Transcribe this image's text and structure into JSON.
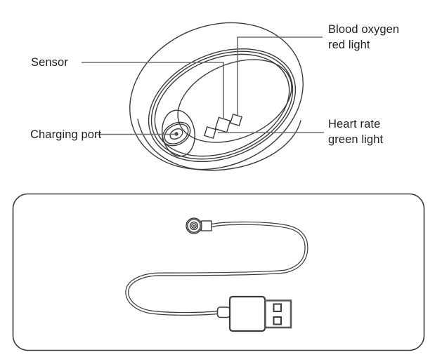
{
  "colors": {
    "stroke": "#3a3a3a",
    "leader": "#6e6e6e",
    "text": "#1f1f1f",
    "usb_shield": "#5a5a5a"
  },
  "callouts": {
    "sensor": {
      "label": "Sensor"
    },
    "charging_port": {
      "label": "Charging port"
    },
    "blood_oxygen": {
      "line1": "Blood oxygen",
      "line2": "red light"
    },
    "heart_rate": {
      "line1": "Heart rate",
      "line2": "green light"
    }
  },
  "figures": {
    "ring": "smart-ring-illustration",
    "accessory": "magnetic-charging-cable-with-usb-a-illustration"
  }
}
